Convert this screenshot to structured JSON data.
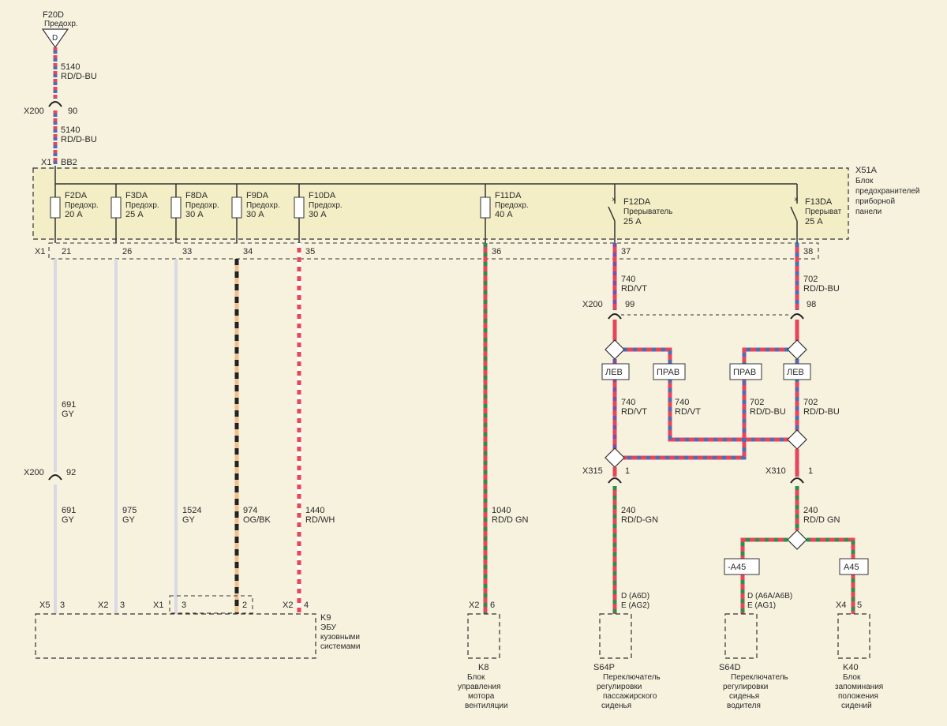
{
  "colors": {
    "background": "#f6f2de",
    "panel_fill": "#f3eec6",
    "red": "#e8445a",
    "blue": "#4a6fb8",
    "gray": "#d9d9e6",
    "orange": "#f3bf8a",
    "black": "#222222",
    "green": "#2f8f4a",
    "white": "#ffffff"
  },
  "source_fuse": {
    "id": "F20D",
    "name": "Предохр.",
    "symbol": "D"
  },
  "top_wire": {
    "upper": [
      "5140",
      "RD/D-BU"
    ],
    "lower": [
      "5140",
      "RD/D-BU"
    ]
  },
  "top_connector": {
    "id": "X200",
    "pin": "90"
  },
  "busbar_pin": {
    "connector": "X1",
    "pin": "BB2"
  },
  "panel": {
    "id": "X51A",
    "lines": [
      "Блок",
      "предохранителей",
      "приборной",
      "панели"
    ]
  },
  "x1_connector": "X1",
  "fuses": [
    {
      "id": "F2DA",
      "name": "Предохр.",
      "rating": "20 А",
      "pin": "21"
    },
    {
      "id": "F3DA",
      "name": "Предохр.",
      "rating": "25 А",
      "pin": "26"
    },
    {
      "id": "F8DA",
      "name": "Предохр.",
      "rating": "30 А",
      "pin": "33"
    },
    {
      "id": "F9DA",
      "name": "Предохр.",
      "rating": "30 А",
      "pin": "34"
    },
    {
      "id": "F10DA",
      "name": "Предохр.",
      "rating": "30 А",
      "pin": "35"
    },
    {
      "id": "F11DA",
      "name": "Предохр.",
      "rating": "40 А",
      "pin": "36"
    }
  ],
  "breakers": [
    {
      "id": "F12DA",
      "name": "Прерыватель",
      "rating": "25 А",
      "pin": "37"
    },
    {
      "id": "F13DA",
      "name": "Прерыват",
      "rating": "25 А",
      "pin": "38"
    }
  ],
  "wires": {
    "w691a": [
      "691",
      "GY"
    ],
    "x200_left": {
      "id": "X200",
      "pin": "92"
    },
    "w691b": [
      "691",
      "GY"
    ],
    "w975": [
      "975",
      "GY"
    ],
    "w1524": [
      "1524",
      "GY"
    ],
    "w974": [
      "974",
      "OG/BK"
    ],
    "w1440": [
      "1440",
      "RD/WH"
    ],
    "w1040": [
      "1040",
      "RD/D GN"
    ],
    "w740": [
      "740",
      "RD/VT"
    ],
    "w702": [
      "702",
      "RD/D-BU"
    ],
    "x200_right": {
      "id": "X200",
      "pin99": "99",
      "pin98": "98"
    },
    "w740_lev": [
      "740",
      "RD/VT"
    ],
    "w740_prav": [
      "740",
      "RD/VT"
    ],
    "w702_prav": [
      "702",
      "RD/D-BU"
    ],
    "w702_lev": [
      "702",
      "RD/D-BU"
    ],
    "x315": {
      "id": "X315",
      "pin": "1"
    },
    "x310": {
      "id": "X310",
      "pin": "1"
    },
    "w240a": [
      "240",
      "RD/D-GN"
    ],
    "w240b": [
      "240",
      "RD/D GN"
    ]
  },
  "options": {
    "lev": "ЛЕВ",
    "prav": "ПРАВ",
    "a45": "A45",
    "a45_dash": "-A45"
  },
  "bottom_pins": {
    "k9": [
      {
        "conn": "X5",
        "pin": "3"
      },
      {
        "conn": "X2",
        "pin": "3"
      },
      {
        "conn": "X1",
        "pin": "3"
      },
      {
        "conn": "",
        "pin": "2"
      },
      {
        "conn": "X2",
        "pin": "4"
      }
    ],
    "k8": {
      "conn": "X2",
      "pin": "6"
    },
    "s64p": [
      "D (A6D)",
      "E (AG2)"
    ],
    "s64d": [
      "D (A6A/A6B)",
      "E (AG1)"
    ],
    "k40": {
      "conn": "X4",
      "pin": "5"
    }
  },
  "components": {
    "k9": {
      "id": "K9",
      "lines": [
        "ЭБУ",
        "кузовными",
        "системами"
      ]
    },
    "k8": {
      "id": "K8",
      "lines": [
        "Блок",
        "управления",
        "мотора",
        "вентиляции"
      ]
    },
    "s64p": {
      "id": "S64P",
      "lines": [
        "Переключатель",
        "регулировки",
        "пассажирского",
        "сиденья"
      ]
    },
    "s64d": {
      "id": "S64D",
      "lines": [
        "Переключатель",
        "регулировки",
        "сиденья",
        "водителя"
      ]
    },
    "k40": {
      "id": "K40",
      "lines": [
        "Блок",
        "запоминания",
        "положения",
        "сидений"
      ]
    }
  }
}
